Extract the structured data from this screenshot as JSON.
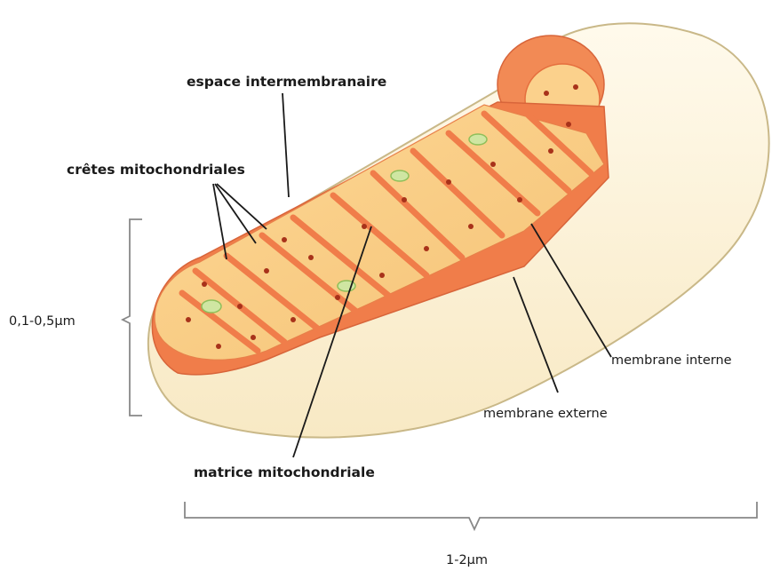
{
  "labels": {
    "intermembrane_space": "espace intermembranaire",
    "cristae": "crêtes mitochondriales",
    "width": "0,1-0,5µm",
    "inner_membrane": "membrane interne",
    "outer_membrane": "membrane externe",
    "matrix": "matrice mitochondriale",
    "length": "1-2µm"
  },
  "colors": {
    "outer_shell": "#fdf6df",
    "outer_shell_edge": "#c9b888",
    "inner_membrane": "#f07d4a",
    "matrix": "#fbd18c",
    "granule": "#a8321a",
    "ribosome_ring": "#b6d77a",
    "leader_line": "#1a1a1a",
    "bracket": "#888888"
  },
  "icons": {
    "granules": "matrix-granule-dot",
    "inclusions": "green-oval-inclusion"
  }
}
